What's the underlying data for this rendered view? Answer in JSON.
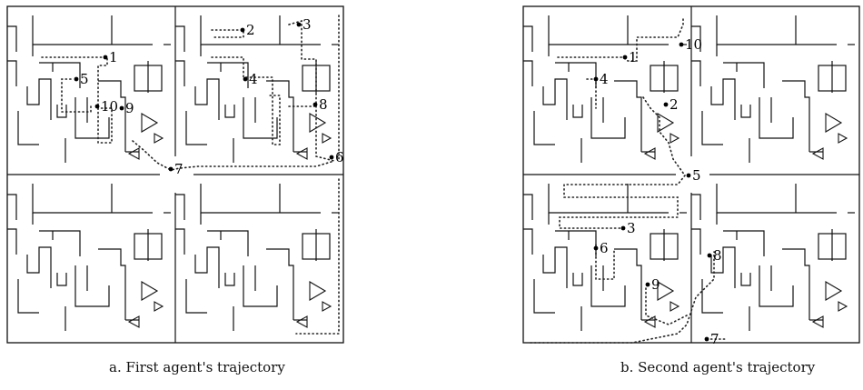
{
  "panels": [
    {
      "caption": "a.   First agent's trajectory",
      "labels": [
        "1",
        "2",
        "3",
        "4",
        "5",
        "6",
        "7",
        "8",
        "9",
        "10"
      ]
    },
    {
      "caption": "b.   Second agent's trajectory",
      "labels": [
        "1",
        "2",
        "3",
        "4",
        "5",
        "6",
        "7",
        "8",
        "9",
        "10"
      ]
    }
  ]
}
